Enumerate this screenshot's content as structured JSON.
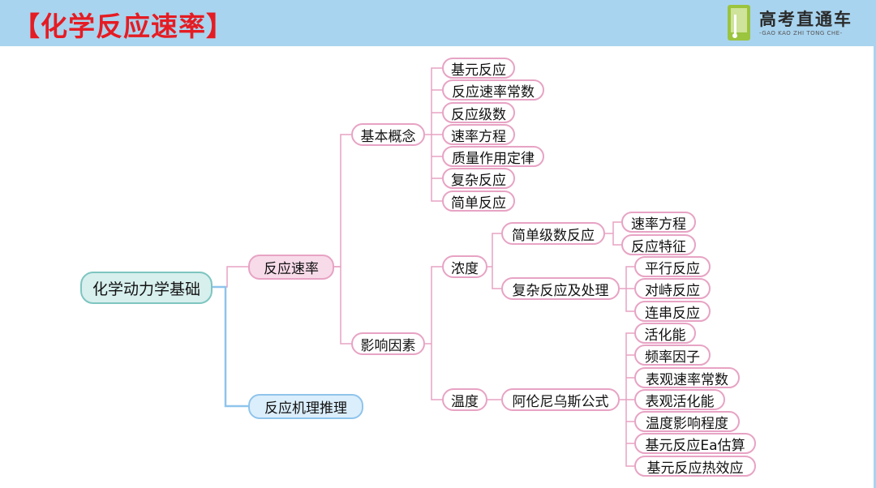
{
  "header": {
    "title": "【化学反应速率】"
  },
  "logo": {
    "name": "高考直通车",
    "subtitle": "-GAO KAO ZHI TONG CHE-"
  },
  "colors": {
    "header_bg": "#a9d4ef",
    "title": "#e51c23",
    "root_bg": "#d7efed",
    "pink_branch": "#e7a3c4",
    "blue_branch": "#8fc4ec"
  },
  "mindmap": {
    "root": "化学动力学基础",
    "rate": "反应速率",
    "mechanism": "反应机理推理",
    "basic": "基本概念",
    "basic_items": [
      "基元反应",
      "反应速率常数",
      "反应级数",
      "速率方程",
      "质量作用定律",
      "复杂反应",
      "简单反应"
    ],
    "factors": "影响因素",
    "concentration": "浓度",
    "simple_order": "简单级数反应",
    "simple_order_items": [
      "速率方程",
      "反应特征"
    ],
    "complex": "复杂反应及处理",
    "complex_items": [
      "平行反应",
      "对峙反应",
      "连串反应"
    ],
    "temperature": "温度",
    "arrhenius": "阿伦尼乌斯公式",
    "arrhenius_items": [
      "活化能",
      "频率因子",
      "表观速率常数",
      "表观活化能",
      "温度影响程度",
      "基元反应Ea估算",
      "基元反应热效应"
    ]
  }
}
